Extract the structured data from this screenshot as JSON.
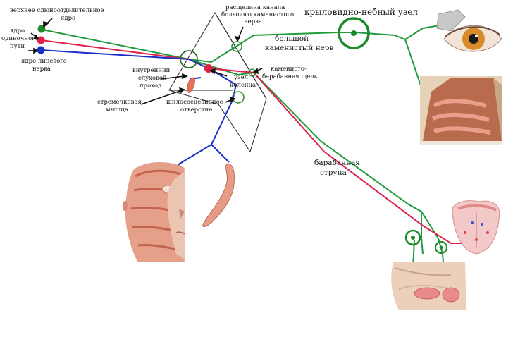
{
  "labels": {
    "superior_salivatory_nucleus": [
      "верхнее слюноотделительное",
      "ядро"
    ],
    "solitary_tract_nucleus": [
      "ядро",
      "одиночного",
      "пути"
    ],
    "facial_nerve_nucleus": [
      "ядро лицевого",
      "нерва"
    ],
    "greater_petrosal_canal_hiatus": [
      "расщелина канала",
      "большого каменистого",
      "нерва"
    ],
    "pterygopalatine_ganglion": "крыловидно-небный узел",
    "greater_petrosal_nerve": [
      "большой",
      "каменистый нерв"
    ],
    "internal_acoustic_meatus": [
      "внутренний",
      "слуховой",
      "проход"
    ],
    "geniculate_ganglion": [
      "узел",
      "коленца"
    ],
    "petrotympanic_fissure": [
      "каменисто-",
      "барабанная щель"
    ],
    "stapedius_muscle": [
      "стремечковая",
      "мышца"
    ],
    "stylomastoid_foramen": [
      "шилососцевидное",
      "отверстие"
    ],
    "chorda_tympani": [
      "барабанная",
      "струна"
    ]
  },
  "colors": {
    "parasympathetic": "#1f9b3a",
    "taste": "#e0204a",
    "motor": "#1a2fc8",
    "outline": "#222222",
    "ganglion": "#1a8a2a"
  },
  "icons": [
    "eye-icon",
    "nasal-cavity-icon",
    "tongue-icon",
    "face-muscles-icon",
    "stapedius-muscle-icon",
    "salivary-glands-icon"
  ]
}
